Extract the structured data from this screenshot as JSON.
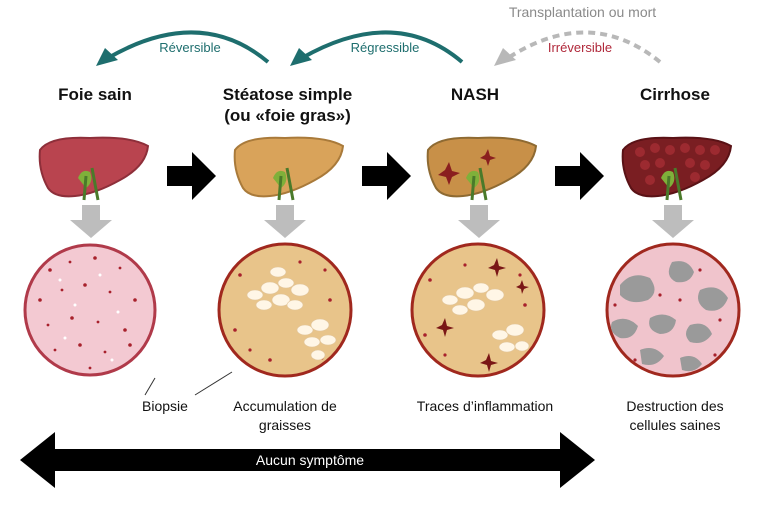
{
  "top_labels": {
    "transplant": "Transplantation ou mort",
    "reversible": "Réversible",
    "regressible": "Régressible",
    "irreversible": "Irréversible"
  },
  "stages": [
    {
      "title": "Foie sain",
      "caption": "Biopsie"
    },
    {
      "title": "Stéatose simple\n(ou «foie gras»)",
      "caption": "Accumulation de\ngraisses"
    },
    {
      "title": "NASH",
      "caption": "Traces d’inflammation"
    },
    {
      "title": "Cirrhose",
      "caption": "Destruction des\ncellules saines"
    }
  ],
  "bottom_arrow_label": "Aucun symptôme",
  "colors": {
    "reversible": "#1e6e6e",
    "irreversible": "#b0283a",
    "transplant": "#8a8a8a",
    "healthy_liver": "#b9444f",
    "fatty_liver": "#d9a35a",
    "nash_liver": "#c89048",
    "cirrhosis_liver": "#7a1e22",
    "healthy_tissue": "#f3c9d2",
    "fatty_tissue": "#e8c48a",
    "cirrhosis_tissue": "#f0c4cc"
  }
}
